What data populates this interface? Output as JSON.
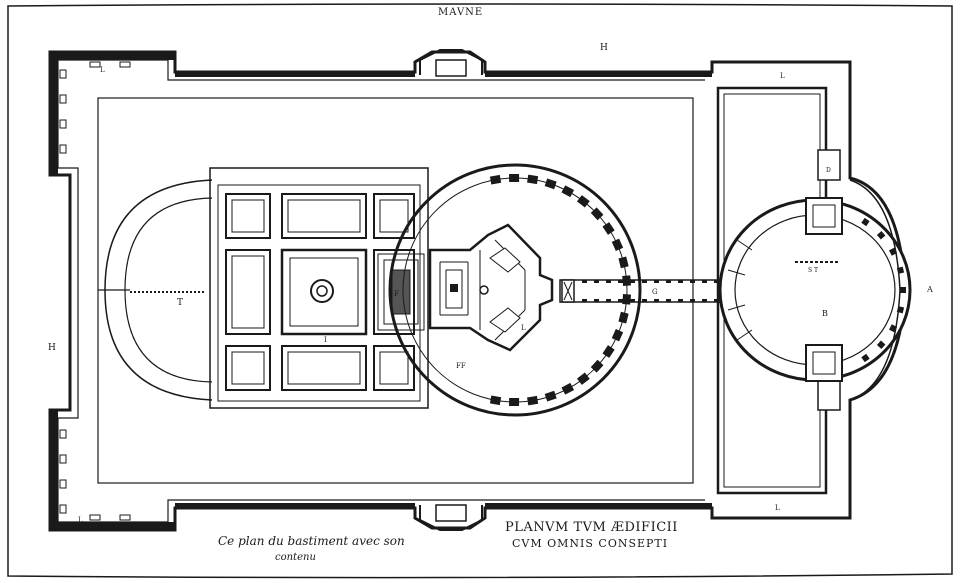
{
  "sheet": {
    "top_label": "MAVNE",
    "caption_french": [
      "Ce plan du bastiment avec son",
      "contenu"
    ],
    "caption_latin": [
      "PLANVM TVM ÆDIFICII",
      "CVM OMNIS CONSEPTI"
    ]
  },
  "labels": {
    "H": "H",
    "L": "L",
    "T": "T",
    "I": "I",
    "F": "F",
    "FF": "FF",
    "G": "G",
    "B": "B",
    "A": "A",
    "D": "D",
    "ST": "S T"
  },
  "colors": {
    "ink": "#1a1a1a",
    "paper": "#ffffff",
    "hatch": "#555555"
  }
}
